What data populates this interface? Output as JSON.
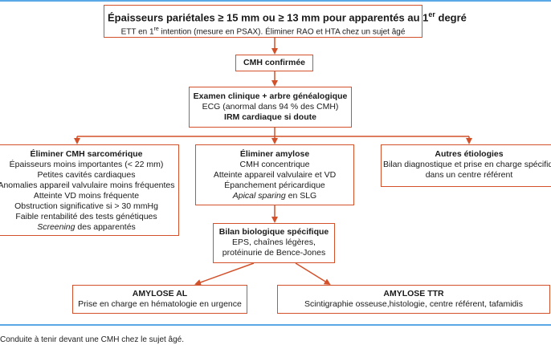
{
  "boxes": {
    "top": {
      "title_pre": "Épaisseurs pariétales ≥ 15 mm ou ≥ 13 mm pour apparentés au 1",
      "title_sup": "er",
      "title_post": " degré",
      "line_pre": "ETT en 1",
      "line_sup": "re",
      "line_post": " intention (mesure en PSAX). Éliminer RAO et HTA chez un sujet âgé"
    },
    "confirmed": {
      "title": "CMH confirmée"
    },
    "exam": {
      "title": "Examen clinique + arbre généalogique",
      "line1": "ECG (anormal dans 94 % des CMH)",
      "line2": "IRM cardiaque si doute"
    },
    "sarcomeric": {
      "title": "Éliminer CMH sarcomérique",
      "lines": [
        "Épaisseurs moins importantes (< 22 mm)",
        "Petites cavités cardiaques",
        "Anomalies appareil valvulaire moins fréquentes",
        "Atteinte VD moins fréquente",
        "Obstruction significative si > 30 mmHg",
        "Faible rentabilité des tests génétiques"
      ],
      "last_italic": "Screening",
      "last_rest": " des apparentés"
    },
    "amylose": {
      "title": "Éliminer amylose",
      "lines": [
        "CMH concentrique",
        "Atteinte appareil valvulaire et VD",
        "Épanchement péricardique"
      ],
      "last_italic": "Apical sparing",
      "last_rest": " en SLG"
    },
    "other": {
      "title": "Autres étiologies",
      "line1": "Bilan diagnostique et prise en charge spécifique",
      "line2": "dans un centre référent"
    },
    "bilan": {
      "title": "Bilan biologique spécifique",
      "line1": "EPS, chaînes légères,",
      "line2": "protéinurie de Bence-Jones"
    },
    "al": {
      "title": "AMYLOSE AL",
      "line1": "Prise en charge en hématologie en urgence"
    },
    "ttr": {
      "title": "AMYLOSE TTR",
      "line1": "Scintigraphie osseuse,histologie, centre référent, tafamidis"
    }
  },
  "caption": "Conduite à tenir devant une CMH chez le sujet âgé.",
  "colors": {
    "box_border": "#d2512a",
    "arrow": "#d2512a",
    "frame_line": "#5aa9e6"
  }
}
